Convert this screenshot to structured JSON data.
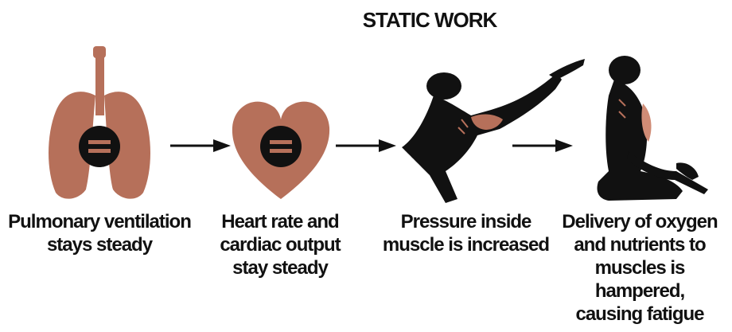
{
  "title": "STATIC WORK",
  "colors": {
    "organ": "#b6705a",
    "figure": "#111111",
    "badge_bar": "#b6705a"
  },
  "stages": [
    {
      "icon": "lungs-icon",
      "caption": "Pulmonary ventilation\nstays steady"
    },
    {
      "icon": "heart-icon",
      "caption": "Heart rate and\ncardiac output\nstay steady"
    },
    {
      "icon": "person-pushing-icon",
      "caption": "Pressure inside\nmuscle is increased"
    },
    {
      "icon": "person-fatigued-icon",
      "caption": "Delivery of oxygen\nand nutrients to\nmuscles is hampered,\ncausing fatigue"
    }
  ]
}
